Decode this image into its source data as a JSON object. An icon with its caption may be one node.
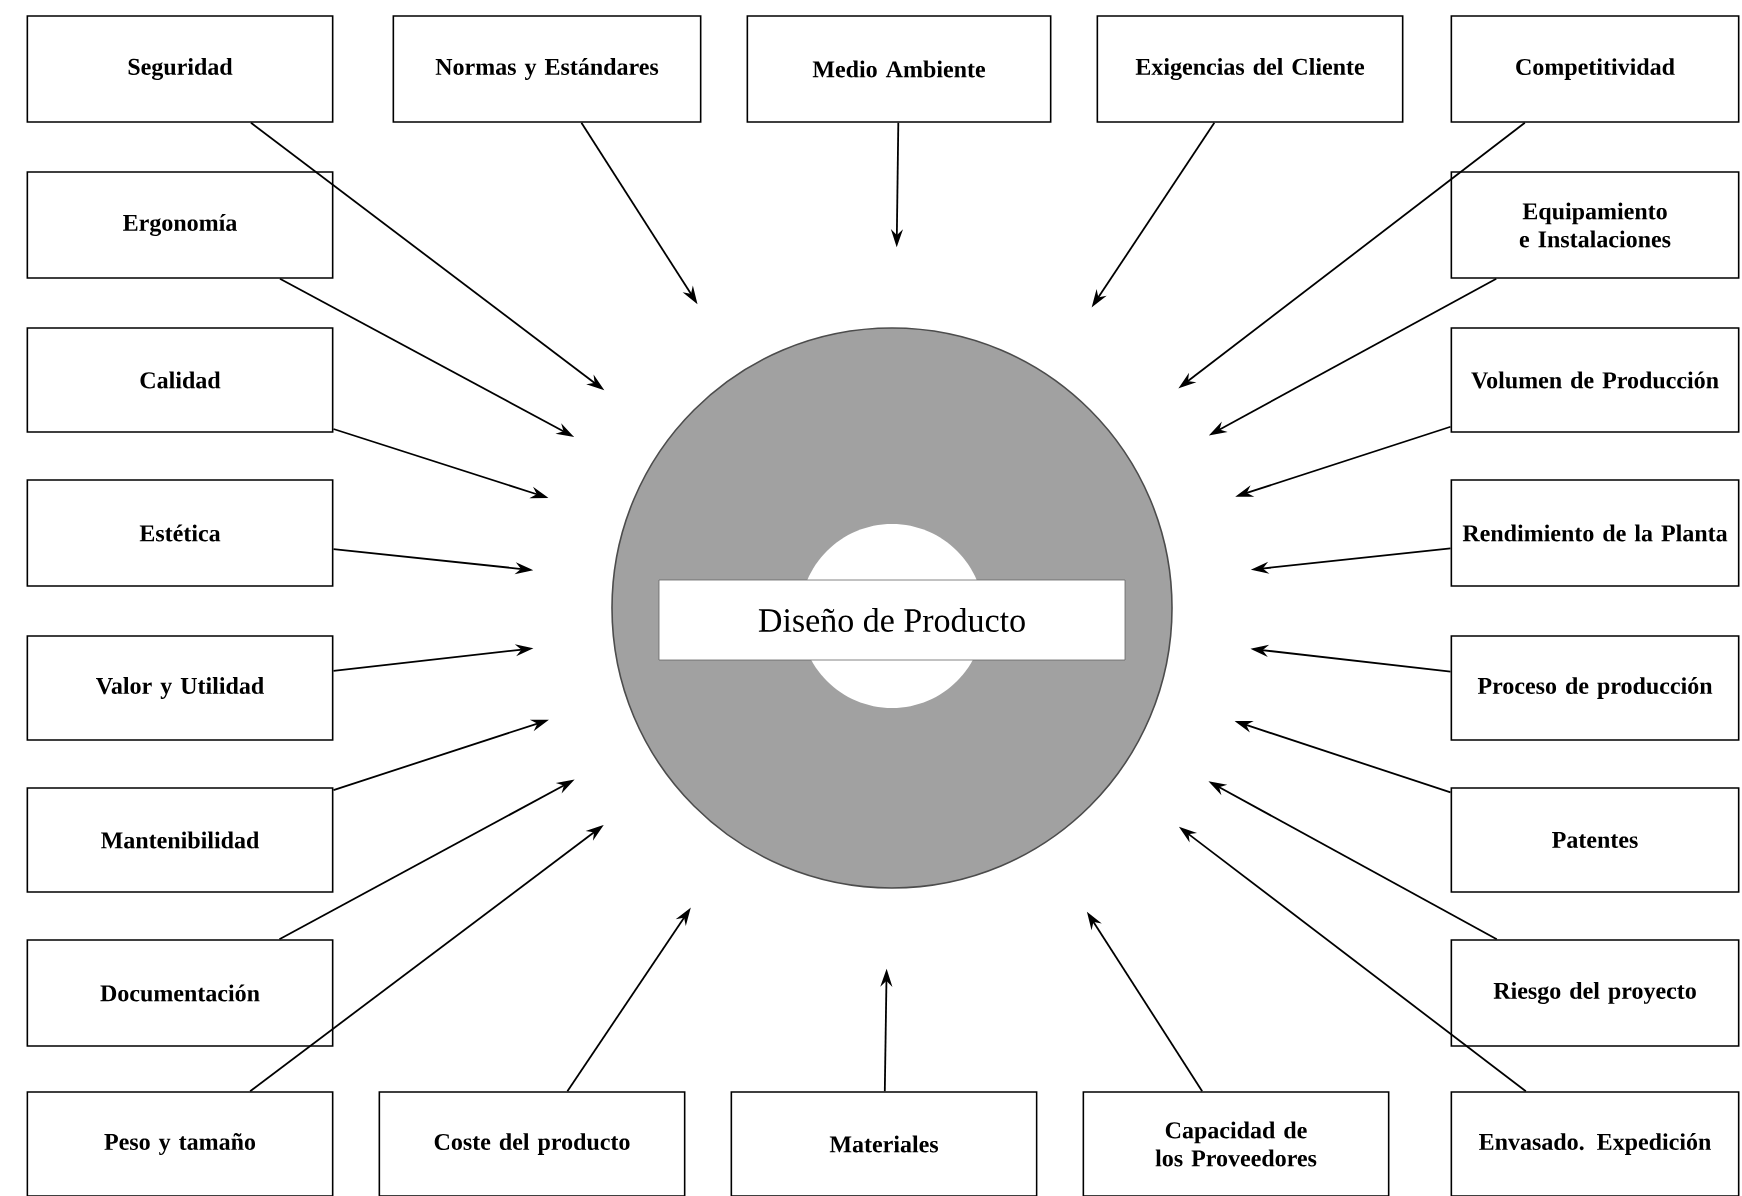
{
  "diagram": {
    "nodes": [
      {
        "text": [
          "Diseño de Producto"
        ]
      },
      {
        "text": [
          "Seguridad"
        ]
      },
      {
        "text": [
          "Normas y Estándares"
        ]
      },
      {
        "text": [
          "Medio Ambiente"
        ]
      },
      {
        "text": [
          "Exigencias del Cliente"
        ]
      },
      {
        "text": [
          "Competitividad"
        ]
      },
      {
        "text": [
          "Ergonomía"
        ]
      },
      {
        "text": [
          "Equipamiento e Instalaciones"
        ]
      },
      {
        "text": [
          "Calidad"
        ]
      },
      {
        "text": [
          "Volumen de Producción"
        ]
      },
      {
        "text": [
          "Estética"
        ]
      },
      {
        "text": [
          "Rendimiento de la Planta"
        ]
      },
      {
        "text": [
          "Valor y Utilidad"
        ]
      },
      {
        "text": [
          "Proceso de producción"
        ]
      },
      {
        "text": [
          "Mantenibilidad"
        ]
      },
      {
        "text": [
          "Patentes"
        ]
      },
      {
        "text": [
          "Documentación"
        ]
      },
      {
        "text": [
          "Riesgo del proyecto"
        ]
      },
      {
        "text": [
          "Peso y tamaño"
        ]
      },
      {
        "text": [
          "Coste del producto"
        ]
      },
      {
        "text": [
          "Materiales"
        ]
      },
      {
        "text": [
          "Capacidad de los Proveedores"
        ]
      },
      {
        "text": [
          "Envasado. Expedición"
        ]
      }
    ],
    "edges": [
      {
        "from": 1,
        "to": 0,
        "arrow": "to"
      },
      {
        "from": 2,
        "to": 0,
        "arrow": "to"
      },
      {
        "from": 3,
        "to": 0,
        "arrow": "to"
      },
      {
        "from": 4,
        "to": 0,
        "arrow": "to"
      },
      {
        "from": 5,
        "to": 0,
        "arrow": "to"
      },
      {
        "from": 6,
        "to": 0,
        "arrow": "to"
      },
      {
        "from": 7,
        "to": 0,
        "arrow": "to"
      },
      {
        "from": 8,
        "to": 0,
        "arrow": "to"
      },
      {
        "from": 9,
        "to": 0,
        "arrow": "to"
      },
      {
        "from": 10,
        "to": 0,
        "arrow": "to"
      },
      {
        "from": 11,
        "to": 0,
        "arrow": "to"
      },
      {
        "from": 12,
        "to": 0,
        "arrow": "to"
      },
      {
        "from": 13,
        "to": 0,
        "arrow": "to"
      },
      {
        "from": 14,
        "to": 0,
        "arrow": "to"
      },
      {
        "from": 15,
        "to": 0,
        "arrow": "to"
      },
      {
        "from": 16,
        "to": 0,
        "arrow": "to"
      },
      {
        "from": 17,
        "to": 0,
        "arrow": "to"
      },
      {
        "from": 18,
        "to": 0,
        "arrow": "to"
      },
      {
        "from": 19,
        "to": 0,
        "arrow": "to"
      },
      {
        "from": 20,
        "to": 0,
        "arrow": "to"
      },
      {
        "from": 21,
        "to": 0,
        "arrow": "to"
      },
      {
        "from": 22,
        "to": 0,
        "arrow": "to"
      }
    ]
  }
}
